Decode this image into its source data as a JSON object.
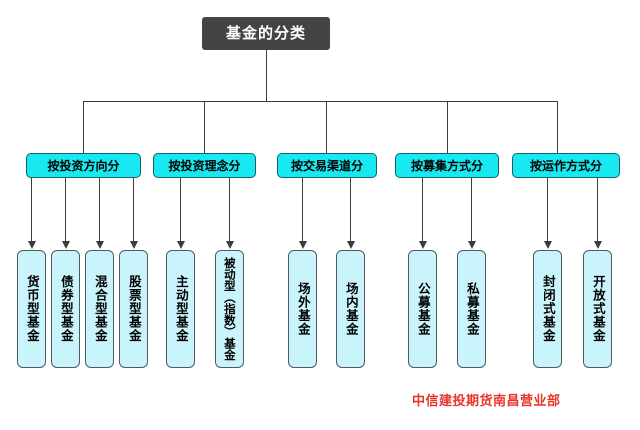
{
  "diagram": {
    "type": "tree-org-chart",
    "root": {
      "label": "基金的分类"
    },
    "categories": [
      {
        "label": "按投资方向分",
        "children": [
          {
            "label": "货币型基金"
          },
          {
            "label": "债券型基金"
          },
          {
            "label": "混合型基金"
          },
          {
            "label": "股票型基金"
          }
        ]
      },
      {
        "label": "按投资理念分",
        "children": [
          {
            "label": "主动型基金"
          },
          {
            "label": "被动型（指数）基金"
          }
        ]
      },
      {
        "label": "按交易渠道分",
        "children": [
          {
            "label": "场外基金"
          },
          {
            "label": "场内基金"
          }
        ]
      },
      {
        "label": "按募集方式分",
        "children": [
          {
            "label": "公募基金"
          },
          {
            "label": "私募基金"
          }
        ]
      },
      {
        "label": "按运作方式分",
        "children": [
          {
            "label": "封闭式基金"
          },
          {
            "label": "开放式基金"
          }
        ]
      }
    ]
  },
  "footer": {
    "credit": "中信建投期货南昌营业部"
  },
  "colors": {
    "root_bg": "#444444",
    "root_text": "#ffffff",
    "category_bg": "#18e8ef",
    "category_border": "#16626b",
    "leaf_bg": "#c9f4fb",
    "leaf_border": "#4d5b60",
    "connector": "#3b3b3b",
    "credit_text": "#e8352b",
    "page_bg": "#ffffff"
  }
}
